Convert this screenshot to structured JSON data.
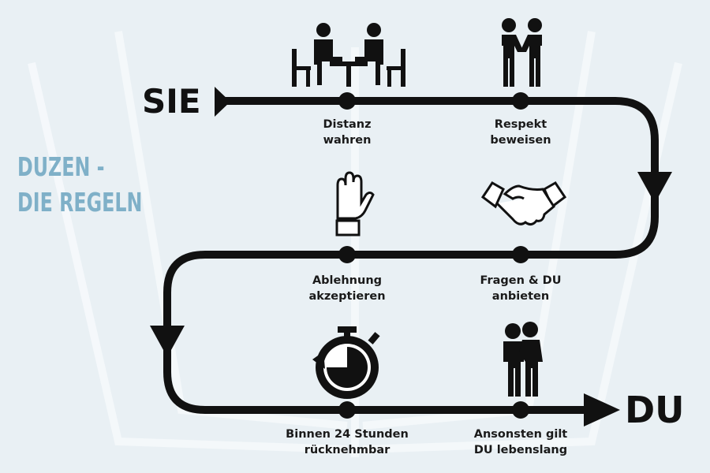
{
  "title": {
    "line1": "DUZEN -",
    "line2": "DIE REGELN",
    "color": "#7fb0c8"
  },
  "start_label": "SIE",
  "end_label": "DU",
  "steps": [
    {
      "line1": "Distanz",
      "line2": "wahren",
      "icon": "people-at-table-icon"
    },
    {
      "line1": "Respekt",
      "line2": "beweisen",
      "icon": "people-shaking-hands-icon"
    },
    {
      "line1": "Ablehnung",
      "line2": "akzeptieren",
      "icon": "raised-hand-icon"
    },
    {
      "line1": "Fragen & DU",
      "line2": "anbieten",
      "icon": "handshake-icon"
    },
    {
      "line1": "Binnen 24 Stunden",
      "line2": "rücknehmbar",
      "icon": "stopwatch-icon"
    },
    {
      "line1": "Ansonsten gilt",
      "line2": "DU lebenslang",
      "icon": "hugging-people-icon"
    }
  ],
  "colors": {
    "background": "#e9f0f4",
    "path": "#111111"
  }
}
